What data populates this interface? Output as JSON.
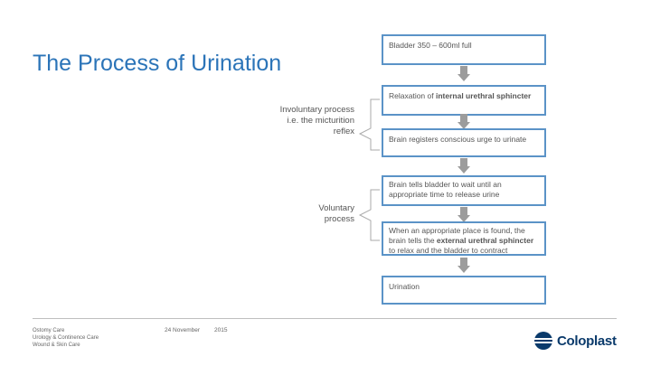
{
  "slide": {
    "title": "The Process of Urination"
  },
  "flow": {
    "steps": [
      {
        "parts": [
          {
            "text": "Bladder 350 – 600ml full",
            "bold": false
          }
        ]
      },
      {
        "parts": [
          {
            "text": "Relaxation of ",
            "bold": false
          },
          {
            "text": "internal urethral sphincter",
            "bold": true
          }
        ]
      },
      {
        "parts": [
          {
            "text": "Brain registers conscious urge to urinate",
            "bold": false
          }
        ]
      },
      {
        "parts": [
          {
            "text": "Brain tells bladder to wait until an appropriate time to release urine",
            "bold": false
          }
        ]
      },
      {
        "parts": [
          {
            "text": "When an appropriate place is found, the brain tells the ",
            "bold": false
          },
          {
            "text": "external urethral sphincter",
            "bold": true
          },
          {
            "text": " to relax and the bladder to contract",
            "bold": false
          }
        ]
      },
      {
        "parts": [
          {
            "text": "Urination",
            "bold": false
          }
        ]
      }
    ],
    "involuntary_label": "Involuntary process i.e. the micturition reflex",
    "voluntary_label": "Voluntary process"
  },
  "footer": {
    "org_lines": [
      "Ostomy Care",
      "Urology & Continence Care",
      "Wound & Skin Care"
    ],
    "date_parts": [
      "24 November",
      "2015"
    ],
    "logo_text": "Coloplast"
  },
  "colors": {
    "title": "#2b74b8",
    "box_border": "#5b93c7",
    "arrow": "#9c9c9c",
    "logo": "#0a3a6b"
  },
  "icons": {
    "logo": "coloplast-logo-icon",
    "arrow": "down-arrow-icon"
  }
}
